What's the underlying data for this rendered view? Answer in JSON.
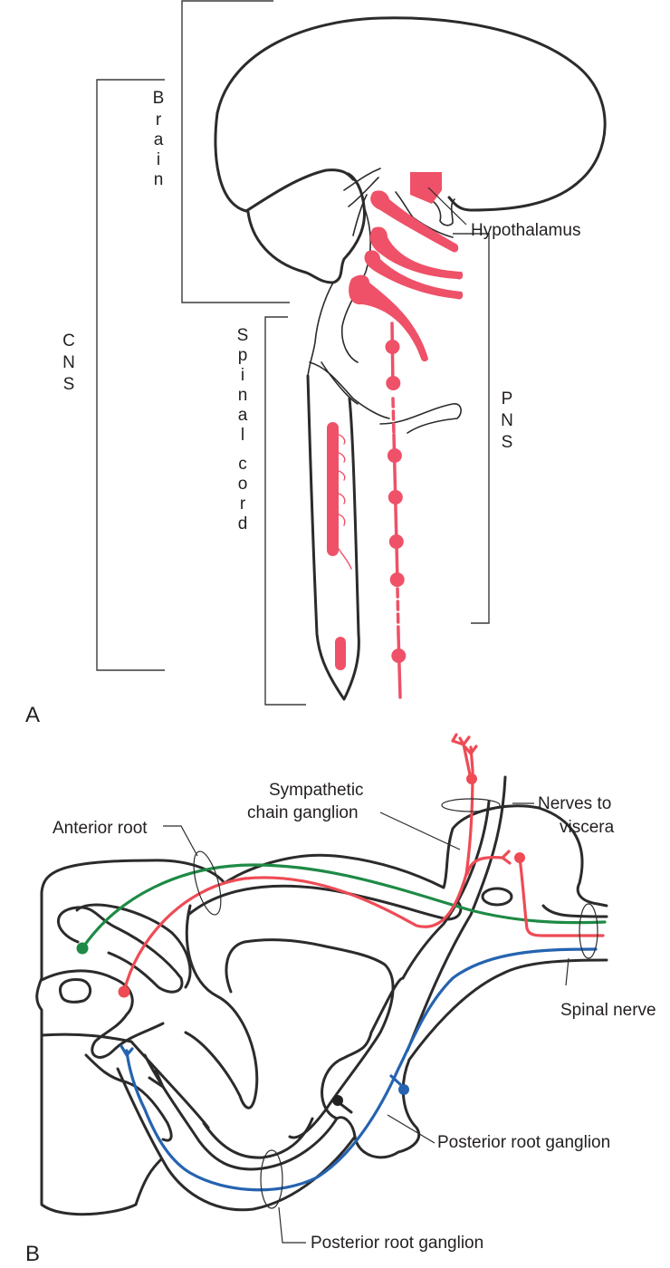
{
  "panel_a": {
    "letter": "A",
    "brackets": {
      "brain": "Brain",
      "cns": "CNS",
      "spinal_cord": "Spinal cord",
      "pns": "PNS"
    },
    "labels": {
      "hypothalamus": "Hypothalamus"
    }
  },
  "panel_b": {
    "letter": "B",
    "labels": {
      "sympathetic_line1": "Sympathetic",
      "sympathetic_line2": "chain ganglion",
      "anterior_root": "Anterior root",
      "nerves_line1": "Nerves to",
      "nerves_line2": "viscera",
      "spinal_nerve": "Spinal nerve",
      "posterior_root_ganglion_1": "Posterior root ganglion",
      "posterior_root_ganglion_2": "Posterior root ganglion"
    }
  },
  "colors": {
    "sympathetic_pink": "#ee5168",
    "motor_green": "#1e8a45",
    "autonomic_red": "#ee4b55",
    "sensory_blue": "#2563b0",
    "outline": "#2b2b2b"
  }
}
